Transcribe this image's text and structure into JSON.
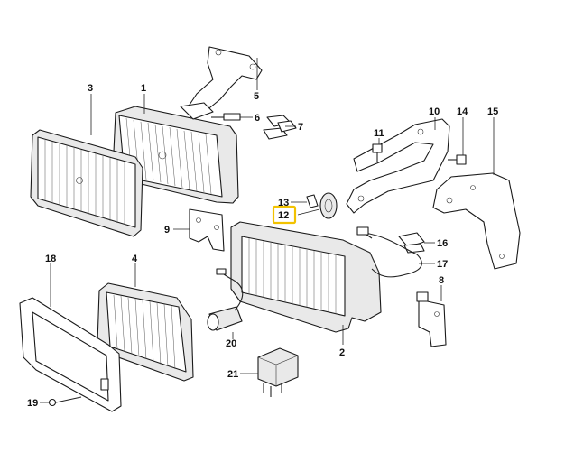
{
  "callouts": [
    {
      "id": "c1",
      "label": "1"
    },
    {
      "id": "c2",
      "label": "2"
    },
    {
      "id": "c3",
      "label": "3"
    },
    {
      "id": "c4",
      "label": "4"
    },
    {
      "id": "c5",
      "label": "5"
    },
    {
      "id": "c6",
      "label": "6"
    },
    {
      "id": "c7",
      "label": "7"
    },
    {
      "id": "c8",
      "label": "8"
    },
    {
      "id": "c9",
      "label": "9"
    },
    {
      "id": "c10",
      "label": "10"
    },
    {
      "id": "c11",
      "label": "11"
    },
    {
      "id": "c12",
      "label": "12"
    },
    {
      "id": "c13",
      "label": "13"
    },
    {
      "id": "c14",
      "label": "14"
    },
    {
      "id": "c15",
      "label": "15"
    },
    {
      "id": "c16",
      "label": "16"
    },
    {
      "id": "c17",
      "label": "17"
    },
    {
      "id": "c18",
      "label": "18"
    },
    {
      "id": "c19",
      "label": "19"
    },
    {
      "id": "c20",
      "label": "20"
    },
    {
      "id": "c21",
      "label": "21"
    }
  ],
  "highlight": {
    "label": "12",
    "color": "#f2c200"
  }
}
